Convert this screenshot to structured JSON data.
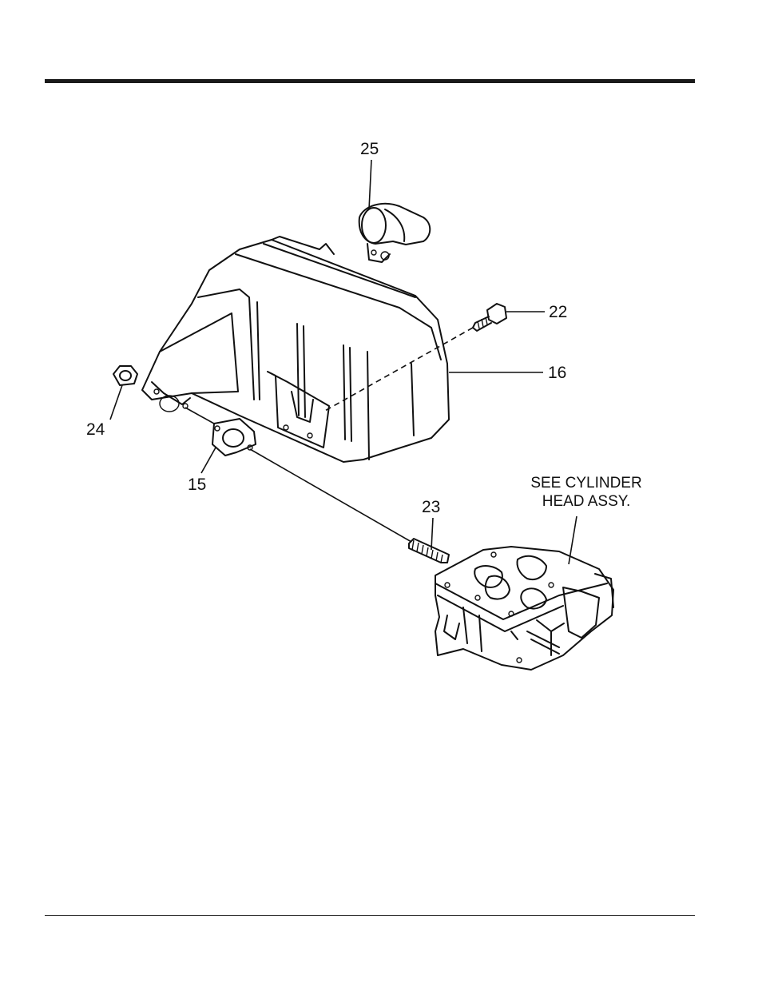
{
  "callouts": {
    "p25": "25",
    "p22": "22",
    "p16": "16",
    "p24": "24",
    "p15": "15",
    "p23": "23"
  },
  "note": {
    "line1": "SEE CYLINDER",
    "line2": "HEAD ASSY."
  }
}
